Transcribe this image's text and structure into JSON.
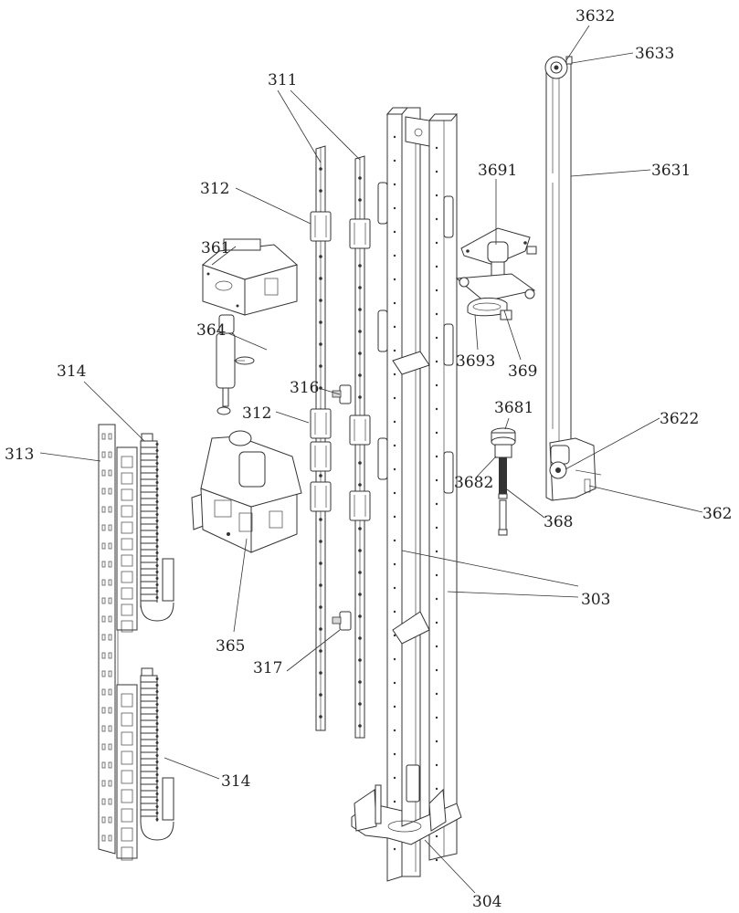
{
  "figure": {
    "type": "exploded-assembly-drawing",
    "colors": {
      "line": "#333333",
      "background": "#ffffff"
    },
    "labels": [
      {
        "id": "l3632",
        "text": "3632"
      },
      {
        "id": "l3633",
        "text": "3633"
      },
      {
        "id": "l311",
        "text": "311"
      },
      {
        "id": "l3631",
        "text": "3631"
      },
      {
        "id": "l3691",
        "text": "3691"
      },
      {
        "id": "l312a",
        "text": "312"
      },
      {
        "id": "l361",
        "text": "361"
      },
      {
        "id": "l364",
        "text": "364"
      },
      {
        "id": "l3693",
        "text": "3693"
      },
      {
        "id": "l369",
        "text": "369"
      },
      {
        "id": "l314a",
        "text": "314"
      },
      {
        "id": "l316",
        "text": "316"
      },
      {
        "id": "l3681",
        "text": "3681"
      },
      {
        "id": "l3622",
        "text": "3622"
      },
      {
        "id": "l312b",
        "text": "312"
      },
      {
        "id": "l313",
        "text": "313"
      },
      {
        "id": "l3682",
        "text": "3682"
      },
      {
        "id": "l368",
        "text": "368"
      },
      {
        "id": "l362",
        "text": "362"
      },
      {
        "id": "l303",
        "text": "303"
      },
      {
        "id": "l365",
        "text": "365"
      },
      {
        "id": "l317",
        "text": "317"
      },
      {
        "id": "l314b",
        "text": "314"
      },
      {
        "id": "l304",
        "text": "304"
      }
    ]
  }
}
